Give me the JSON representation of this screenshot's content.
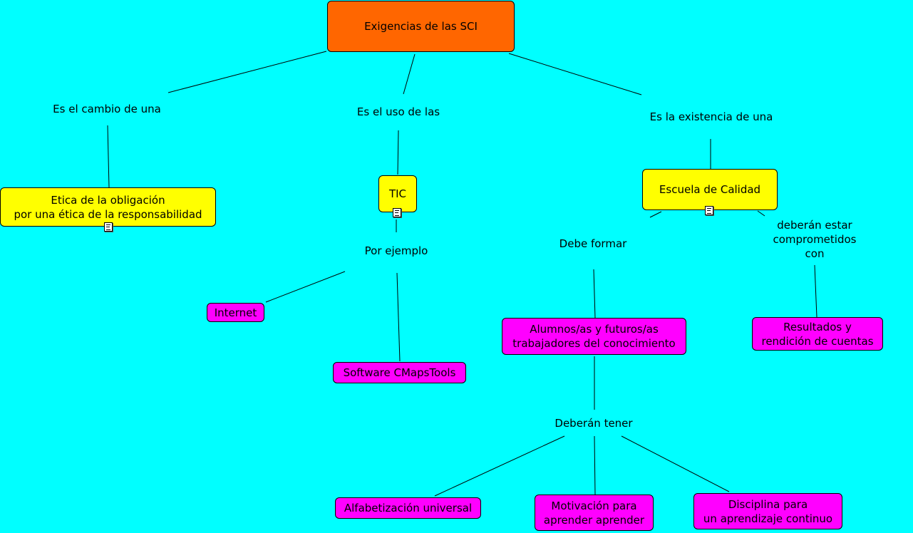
{
  "concepts": {
    "root": "Exigencias de las SCI",
    "etica": "Etica de la obligación\n por una ética de la responsabilidad",
    "tic": "TIC",
    "escuela": "Escuela de Calidad",
    "internet": "Internet",
    "software": "Software CMapsTools",
    "alumnos": "Alumnos/as y futuros/as\ntrabajadores del conocimiento",
    "resultados": "Resultados y\nrendición de cuentas",
    "alfabetizacion": "Alfabetización universal",
    "motivacion": "Motivación para\naprender aprender",
    "disciplina": "Disciplina para\nun aprendizaje continuo"
  },
  "links": {
    "cambio": "Es el cambio de una",
    "uso": "Es el uso de las",
    "existencia": "Es la existencia de una",
    "ejemplo": "Por ejemplo",
    "formar": "Debe formar",
    "comprometidos": "deberán estar\ncomprometidos con",
    "tener": "Deberán tener"
  },
  "icons": {
    "note": "document-icon"
  },
  "colors": {
    "background": "#00ffff",
    "root": "#ff6600",
    "primary": "#ffff00",
    "secondary": "#ff00ff"
  }
}
